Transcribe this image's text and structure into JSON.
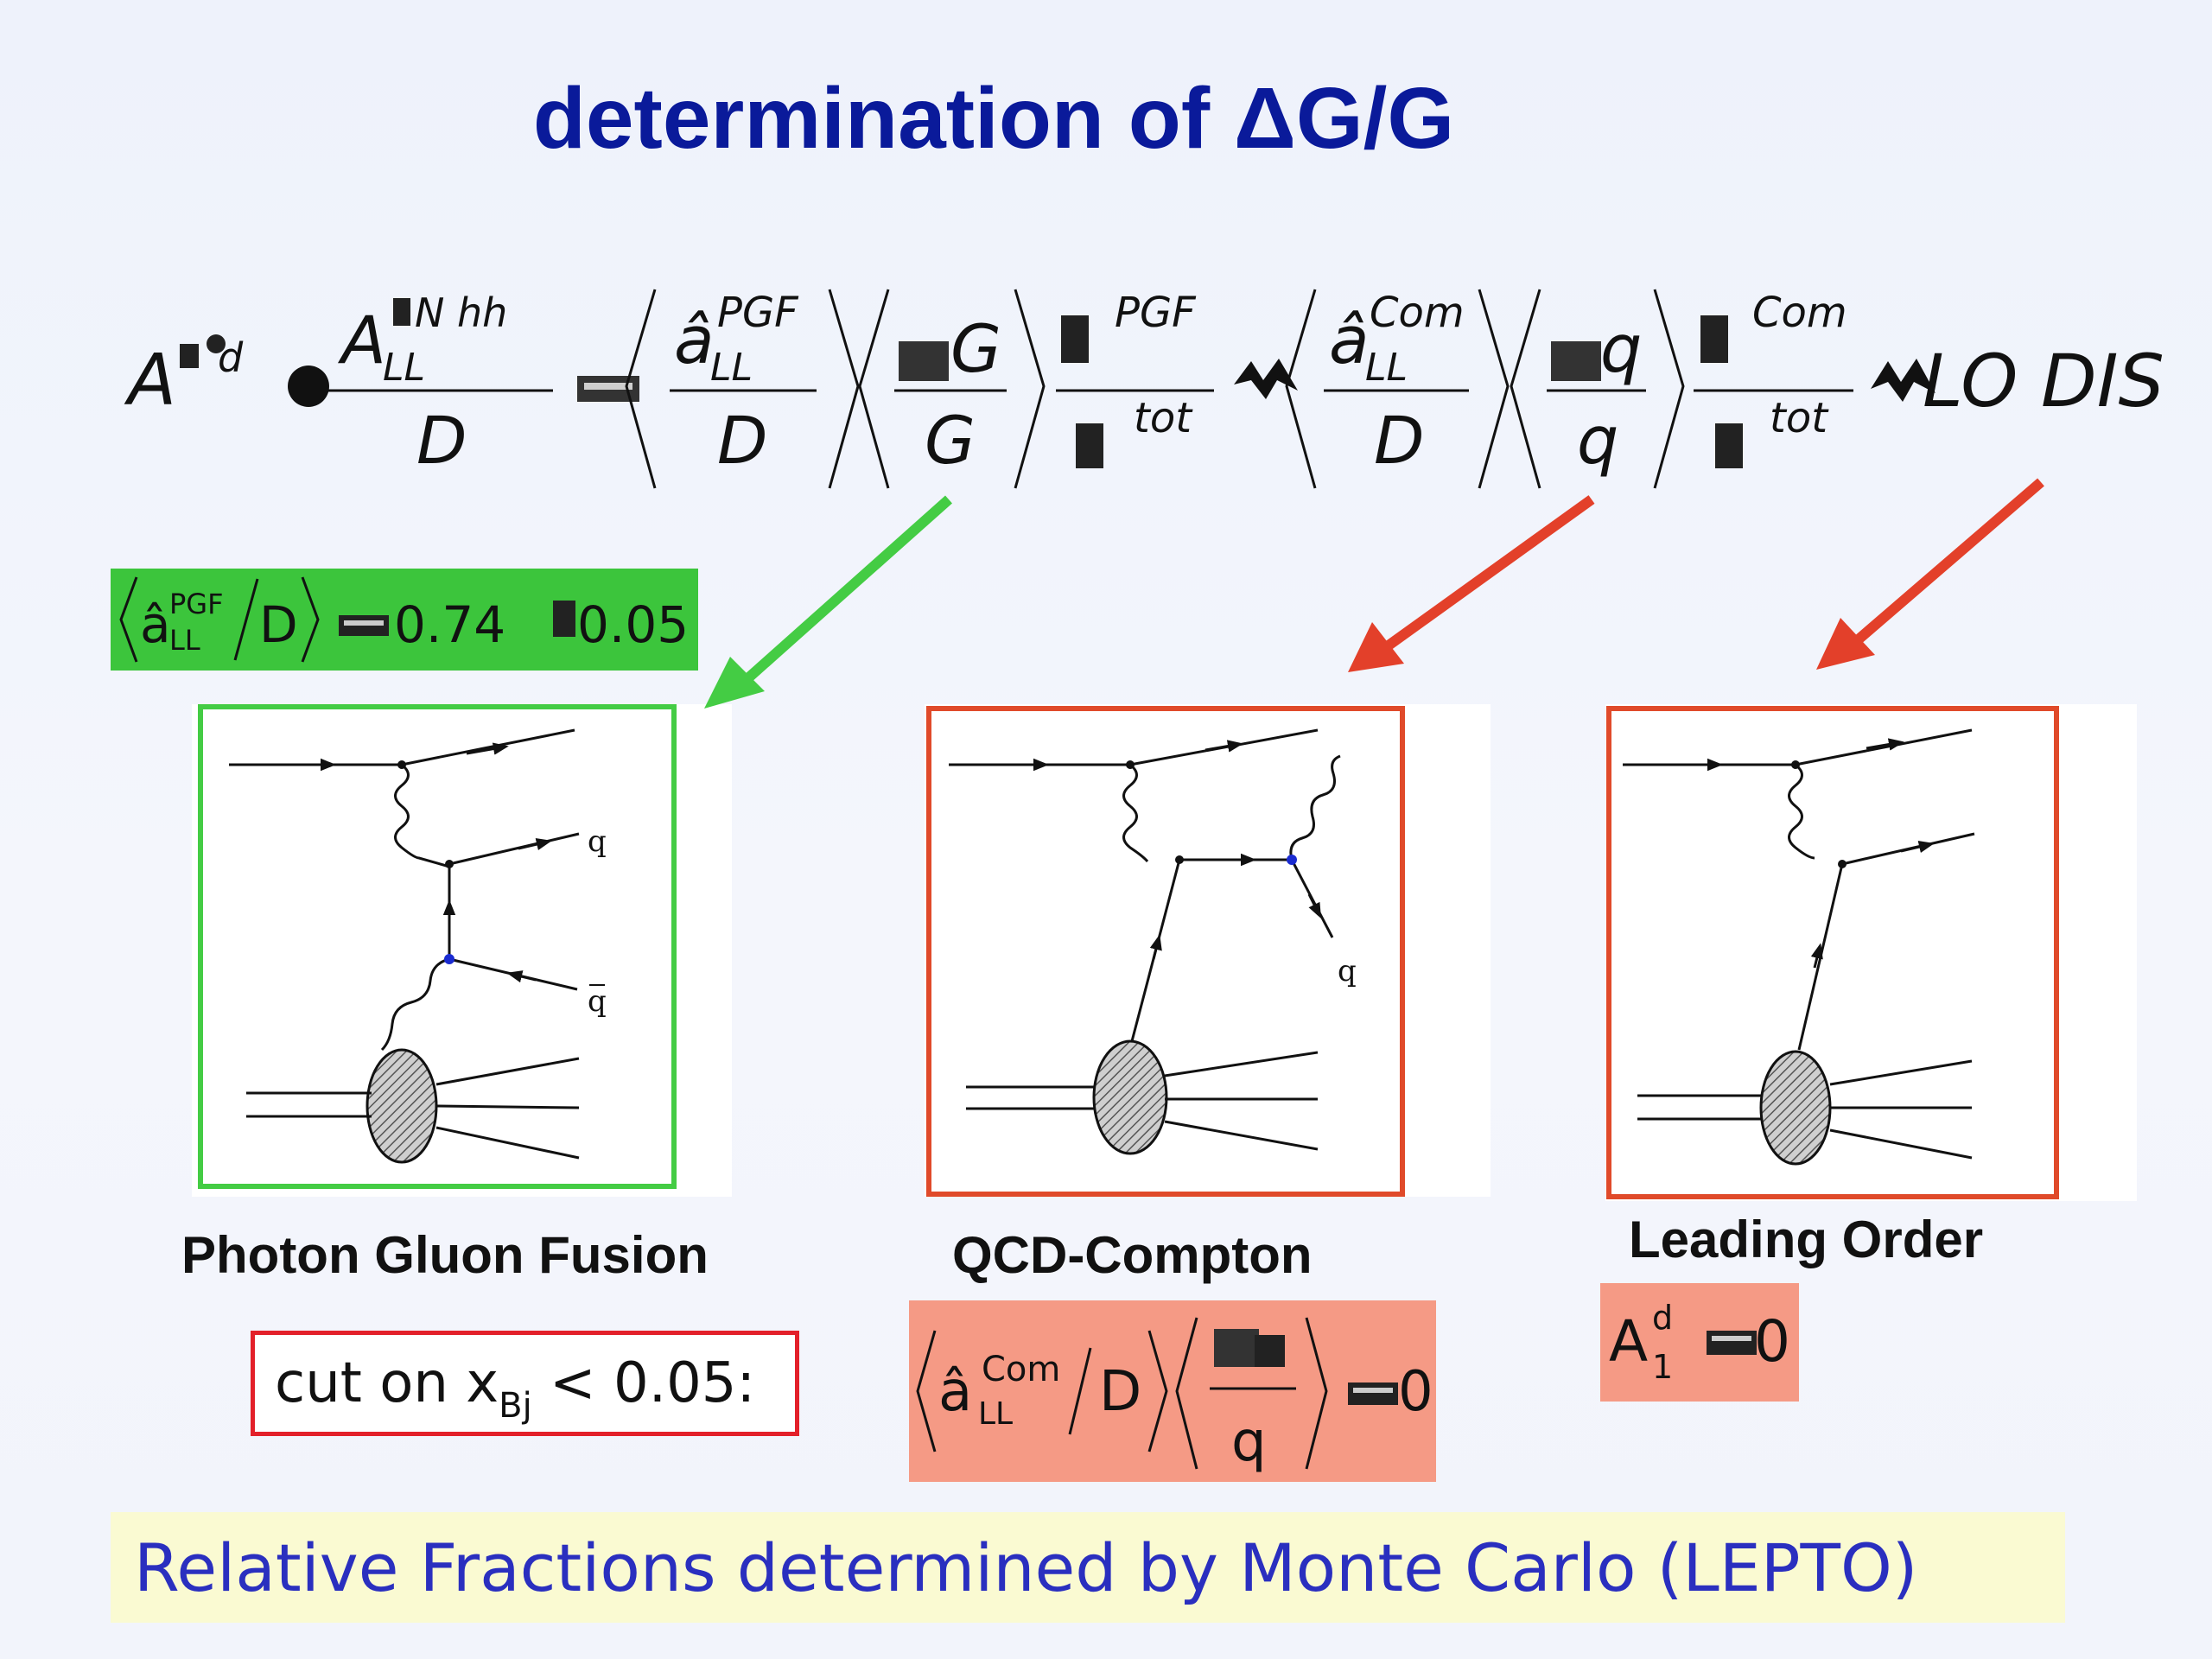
{
  "title": "determination of ΔG/G",
  "formula": {
    "lhs_A": "A",
    "lhs_sup": "d",
    "t1_num": "A",
    "t1_num_sup": "N hh",
    "t1_num_sub": "LL",
    "t1_den": "D",
    "t2_num": "â",
    "t2_num_sup": "PGF",
    "t2_num_sub": "LL",
    "t2_den": "D",
    "t3_num": "G",
    "t3_den": "G",
    "t4_num_sup": "PGF",
    "t4_den_sup": "tot",
    "t5_num": "â",
    "t5_num_sup": "Com",
    "t5_num_sub": "LL",
    "t5_den": "D",
    "t6_num": "q",
    "t6_den": "q",
    "t7_num_sup": "Com",
    "t7_den_sup": "tot",
    "end": "LO DIS"
  },
  "pgf_box": {
    "a": "â",
    "sup": "PGF",
    "sub": "LL",
    "den": "D",
    "value": "0.74",
    "error": "0.05"
  },
  "diagrams": {
    "pgf": {
      "caption": "Photon Gluon Fusion",
      "q_label": "q",
      "qbar_label": "q"
    },
    "compton": {
      "caption": "QCD-Compton",
      "q_label": "q"
    },
    "lo": {
      "caption": "Leading Order"
    }
  },
  "cut_box": {
    "text": "cut on x",
    "sub": "Bj",
    "cond": " < 0.05:"
  },
  "com_box": {
    "a": "â",
    "sup": "Com",
    "sub": "LL",
    "den": "D",
    "frac_den": "q",
    "value": "0"
  },
  "lo_box": {
    "A": "A",
    "sup": "d",
    "sub": "1",
    "value": "0"
  },
  "footer": "Relative Fractions determined by Monte Carlo (LEPTO)",
  "colors": {
    "title": "#0a1a9a",
    "green": "#3cc53c",
    "red_frame": "#e04a2a",
    "salmon": "#f59a85",
    "footer_bg": "#fafad2",
    "footer_text": "#2a2fbf"
  }
}
